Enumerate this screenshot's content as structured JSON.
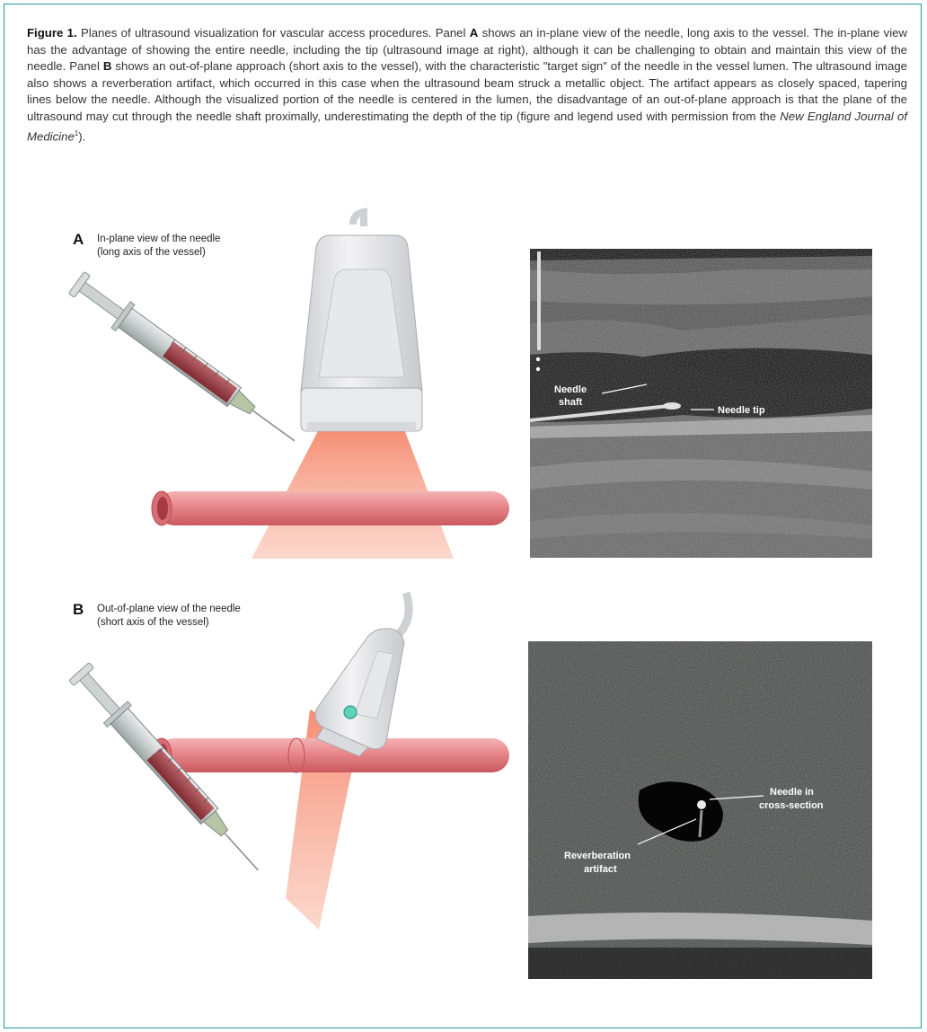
{
  "figure": {
    "label": "Figure 1.",
    "caption_parts": [
      " Planes of ultrasound visualization for vascular access procedures. Panel ",
      "A",
      " shows an in-plane view of the needle, long axis to the vessel. The in-plane view has the advantage of showing the entire needle, including the tip (ultrasound image at right), although it can be challenging to obtain and maintain this view of the needle. Panel ",
      "B",
      " shows an out-of-plane approach (short axis to the vessel), with the characteristic \"target sign\" of the needle in the vessel lumen. The ultrasound image also shows a reverberation artifact, which occurred in this case when the ultrasound beam struck a metallic object. The artifact appears as closely spaced, tapering lines below the needle. Although the visualized portion of the needle is centered in the lumen, the disadvantage of an out-of-plane approach is that the plane of the ultrasound may cut through the needle shaft proximally, underestimating the depth of the tip (figure and legend used with permission from the ",
      "New England Journal of Medicine",
      "1",
      ")."
    ]
  },
  "panel_a": {
    "letter": "A",
    "title_line1": "In-plane view of the needle",
    "title_line2": "(long axis of the vessel)",
    "us_labels": {
      "needle_shaft_1": "Needle",
      "needle_shaft_2": "shaft",
      "needle_tip": "Needle tip"
    }
  },
  "panel_b": {
    "letter": "B",
    "title_line1": "Out-of-plane view of the needle",
    "title_line2": "(short axis of the vessel)",
    "us_labels": {
      "cross_section_1": "Needle in",
      "cross_section_2": "cross-section",
      "reverb_1": "Reverberation",
      "reverb_2": "artifact"
    }
  },
  "colors": {
    "frame_border": "#1f9a9a",
    "vessel": "#e8868a",
    "beam": "#f08a6e",
    "probe": "#e6e6e8"
  }
}
